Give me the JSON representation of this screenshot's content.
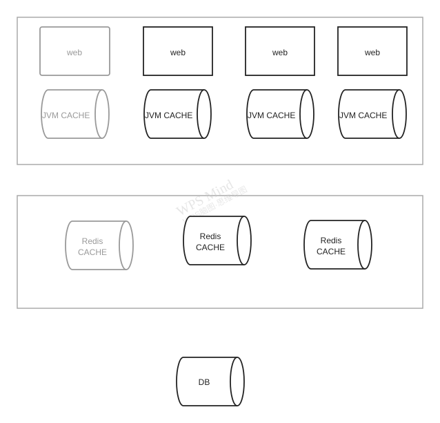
{
  "colors": {
    "faded": "#999999",
    "dark": "#222222",
    "group_border": "#aaaaaa"
  },
  "web_layer": {
    "nodes": [
      {
        "label": "web",
        "faded": true
      },
      {
        "label": "web",
        "faded": false
      },
      {
        "label": "web",
        "faded": false
      },
      {
        "label": "web",
        "faded": false
      }
    ]
  },
  "jvm_cache_layer": {
    "nodes": [
      {
        "label": "JVM CACHE",
        "faded": true
      },
      {
        "label": "JVM CACHE",
        "faded": false
      },
      {
        "label": "JVM CACHE",
        "faded": false
      },
      {
        "label": "JVM CACHE",
        "faded": false
      }
    ]
  },
  "redis_layer": {
    "nodes": [
      {
        "line1": "Redis",
        "line2": "CACHE",
        "faded": true
      },
      {
        "line1": "Redis",
        "line2": "CACHE",
        "faded": false
      },
      {
        "line1": "Redis",
        "line2": "CACHE",
        "faded": false
      }
    ]
  },
  "db_layer": {
    "label": "DB"
  },
  "watermark": {
    "text": "WPS Mind",
    "subtext": "WPS脑图·思维导图"
  }
}
